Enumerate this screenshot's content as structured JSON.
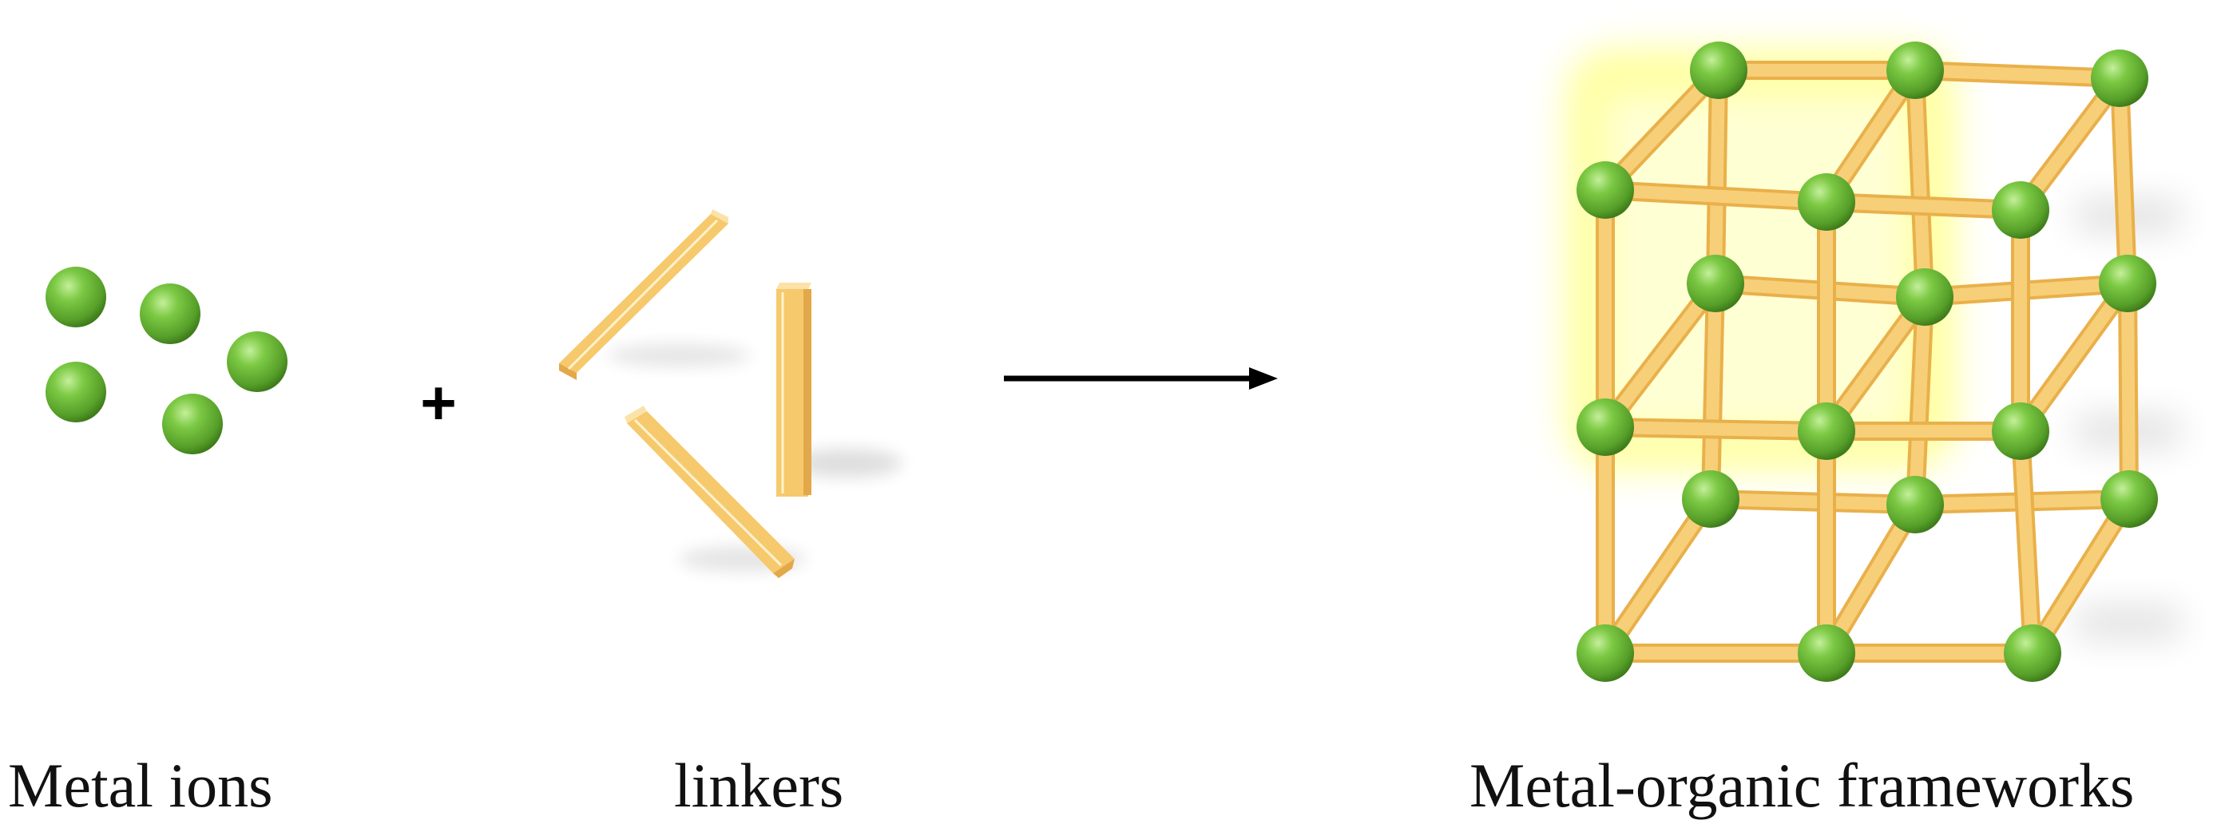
{
  "labels": {
    "metal_ions": "Metal ions",
    "linkers": "linkers",
    "mof": "Metal-organic frameworks",
    "plus": "+"
  },
  "colors": {
    "sphere": "#6fbf3a",
    "sphere_highlight": "#b6e68a",
    "sphere_shadow": "#3f7d1b",
    "linker": "#f7cf78",
    "linker_dark": "#e9b04a",
    "glow": "#ffff55",
    "arrow": "#000000",
    "text": "#111111"
  },
  "icons": {
    "metal_ion": "green-sphere-icon",
    "linker": "yellow-stick-icon",
    "reaction": "right-arrow-icon",
    "framework": "cubic-lattice-icon"
  }
}
